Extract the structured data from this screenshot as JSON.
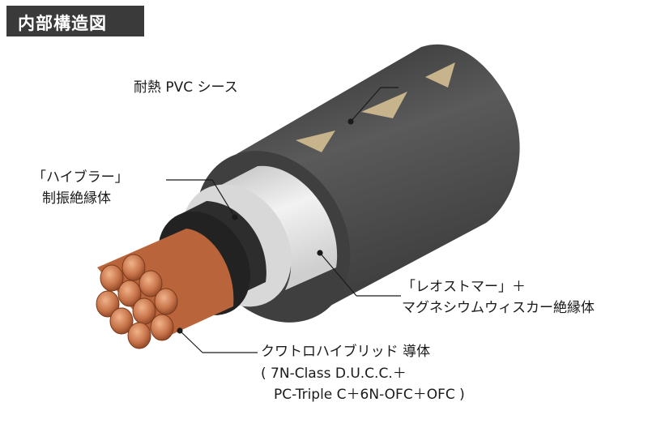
{
  "title": "内部構造図",
  "labels": {
    "sheath": "耐熱 PVC シース",
    "damper_line1": "「ハイブラー」",
    "damper_line2": "制振絶縁体",
    "insulator_line1": "「レオストマー」＋",
    "insulator_line2": "マグネシウムウィスカー絶縁体",
    "conductor_line1": "クワトロハイブリッド 導体",
    "conductor_line2": "( 7N-Class D.U.C.C.＋",
    "conductor_line3": "PC-Triple C＋6N-OFC＋OFC )"
  },
  "colors": {
    "sheath": "#4a4a4a",
    "arrow_marks": "#c7b48c",
    "insulator": "#e6e6e6",
    "damper": "#2d2d2d",
    "copper": "#c8744a",
    "title_bg": "#3a3a3a"
  }
}
